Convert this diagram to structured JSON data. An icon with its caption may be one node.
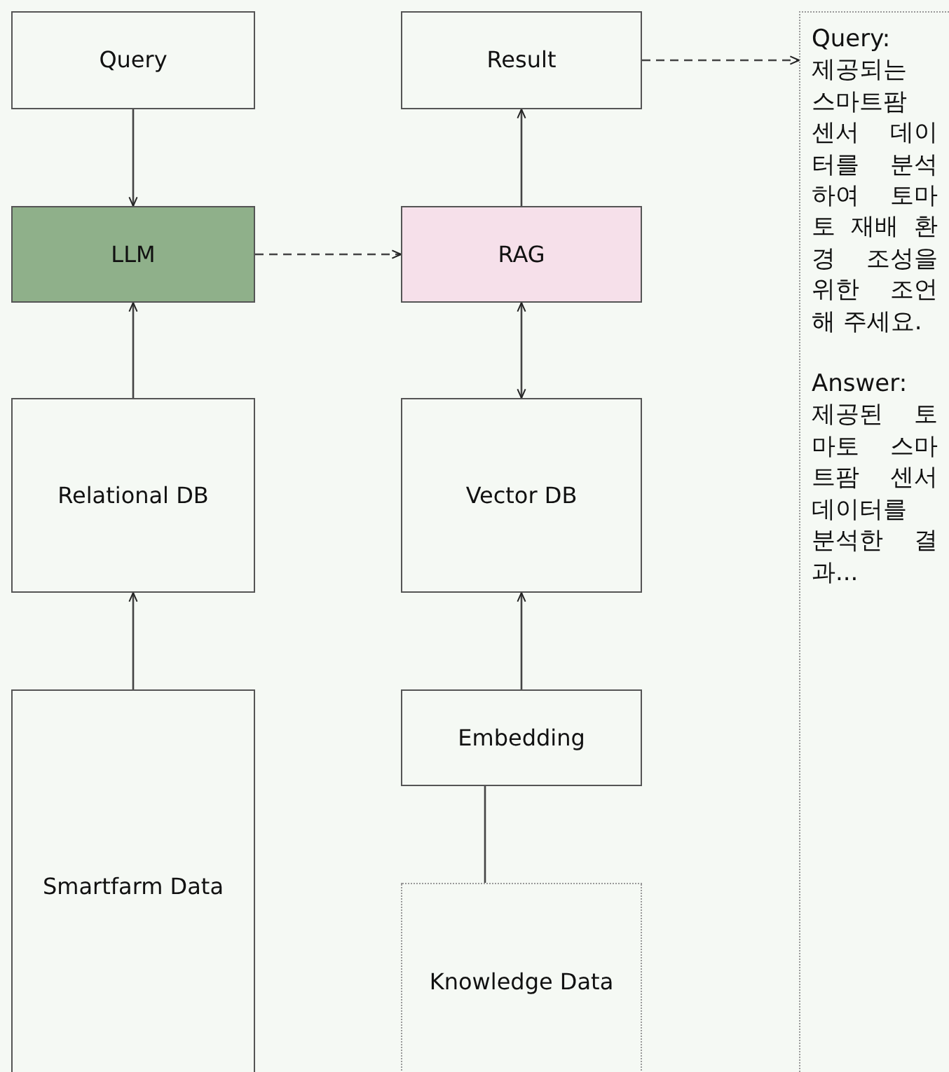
{
  "diagram": {
    "nodes": [
      {
        "text": [
          "Query"
        ]
      },
      {
        "text": [
          "Result"
        ]
      },
      {
        "text": [
          "Query:",
          "제공되는 스마트팜 센서 데이터를 분석하여 토마토 재배 환경 조성을 위한 조언해 주세요.",
          "Answer:",
          "제공된 토마토 스마트팜 센서 데이터를 분석한 결과..."
        ]
      },
      {
        "text": [
          "LLM"
        ]
      },
      {
        "text": [
          "RAG"
        ]
      },
      {
        "text": [
          "Relational DB"
        ]
      },
      {
        "text": [
          "Vector DB"
        ]
      },
      {
        "text": [
          "Smartfarm Data"
        ]
      },
      {
        "text": [
          "Embedding"
        ]
      },
      {
        "text": [
          "Knowledge Data"
        ]
      }
    ],
    "edges": [
      {
        "from": 0,
        "to": 3,
        "arrow": "to"
      },
      {
        "from": 5,
        "to": 3,
        "arrow": "to"
      },
      {
        "from": 3,
        "to": 4,
        "arrow": "to",
        "style": "dashed"
      },
      {
        "from": 4,
        "to": 1,
        "arrow": "to"
      },
      {
        "from": 6,
        "to": 4,
        "arrow": "both"
      },
      {
        "from": 7,
        "to": 5,
        "arrow": "to"
      },
      {
        "from": 8,
        "to": 6,
        "arrow": "to"
      },
      {
        "from": 9,
        "to": 8,
        "arrow": "none"
      },
      {
        "from": 1,
        "to": 2,
        "arrow": "to",
        "style": "dashed"
      }
    ]
  }
}
